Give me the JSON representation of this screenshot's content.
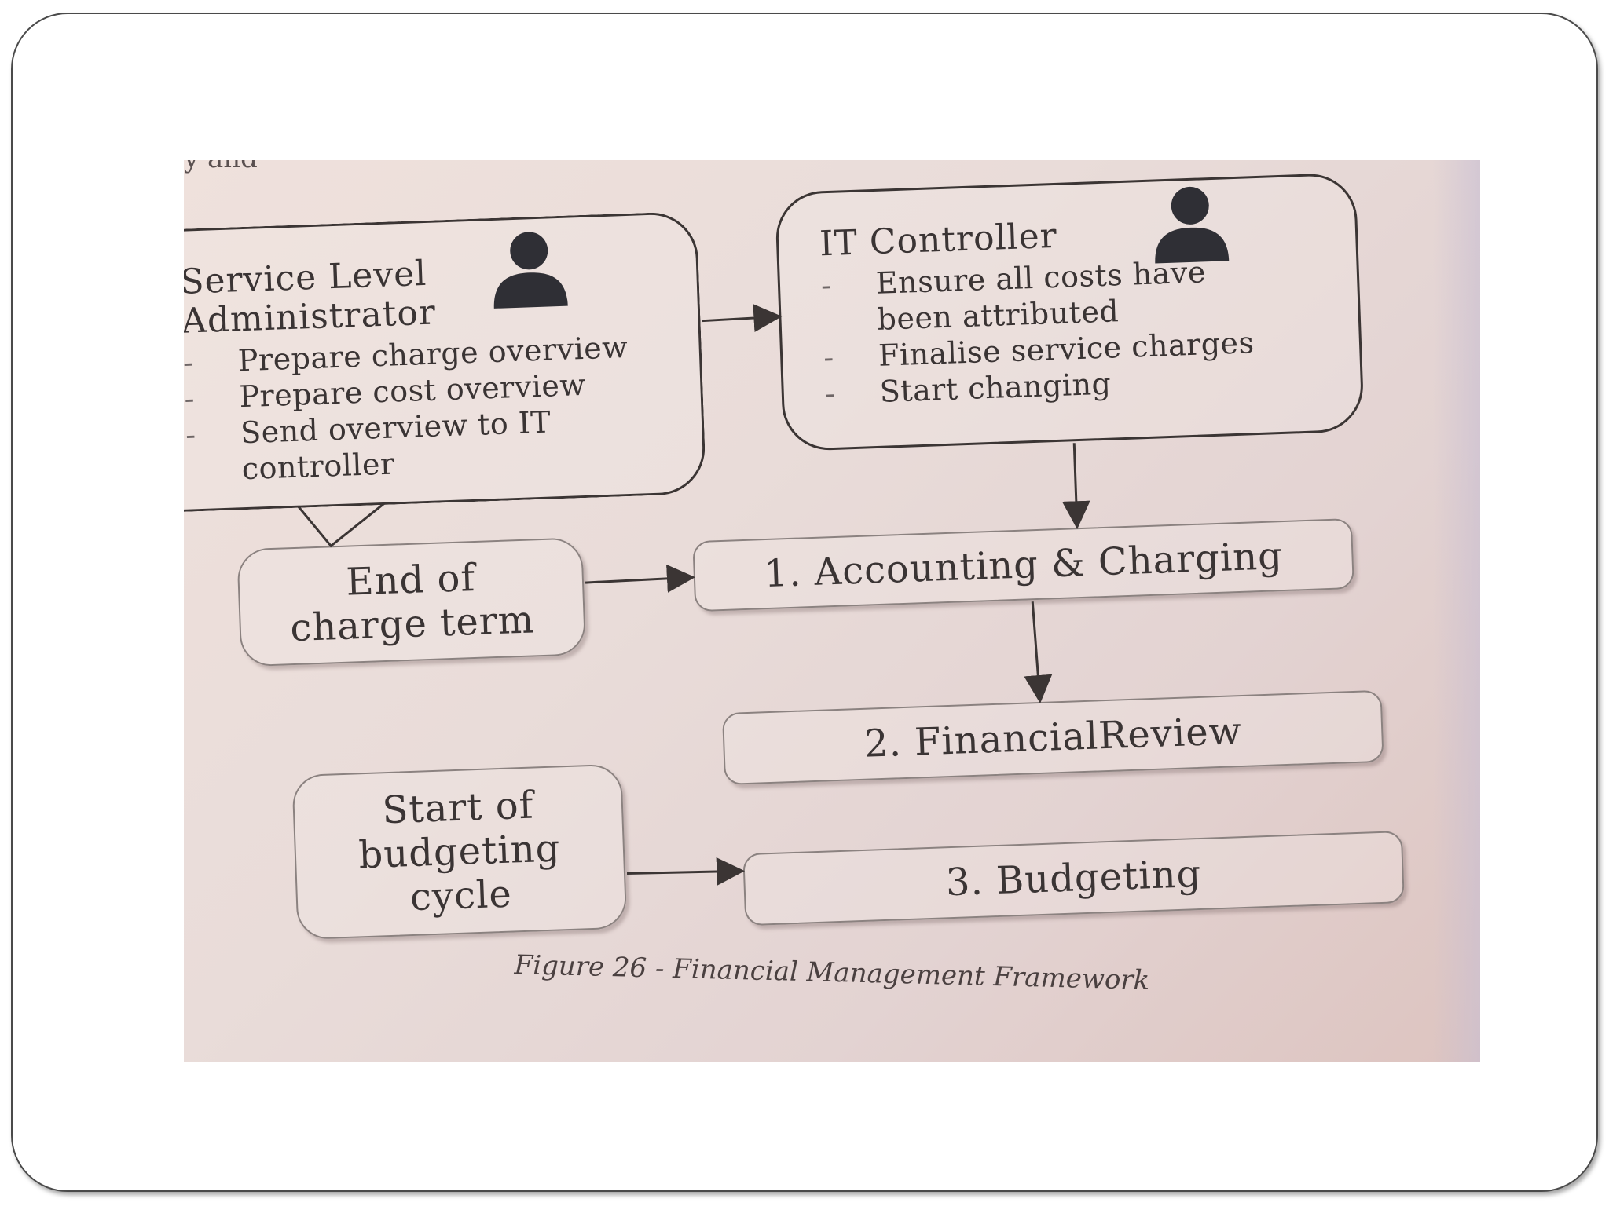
{
  "figure": {
    "caption": "Figure 26 - Financial Management Framework",
    "top_fragment": "y and"
  },
  "roles": {
    "service_level_admin": {
      "title_line1": "Service Level",
      "title_line2": "Administrator",
      "icon": "person-icon",
      "tasks": [
        "Prepare charge overview",
        "Prepare cost overview",
        "Send overview to IT",
        "controller"
      ],
      "dash": "-"
    },
    "it_controller": {
      "title": "IT Controller",
      "icon": "person-icon",
      "tasks": [
        "Ensure all costs have",
        "been attributed",
        "Finalise service charges",
        "Start changing"
      ],
      "dash": "-"
    }
  },
  "triggers": {
    "end_of_charge_term": "End of charge term",
    "start_of_budgeting_cycle": "Start of budgeting cycle"
  },
  "steps": {
    "step1": "1. Accounting & Charging",
    "step2": "2. FinancialReview",
    "step3": "3. Budgeting"
  },
  "colors": {
    "paper": "#ebdcd8",
    "ink": "#3a3434",
    "icon": "#2f2f35"
  }
}
